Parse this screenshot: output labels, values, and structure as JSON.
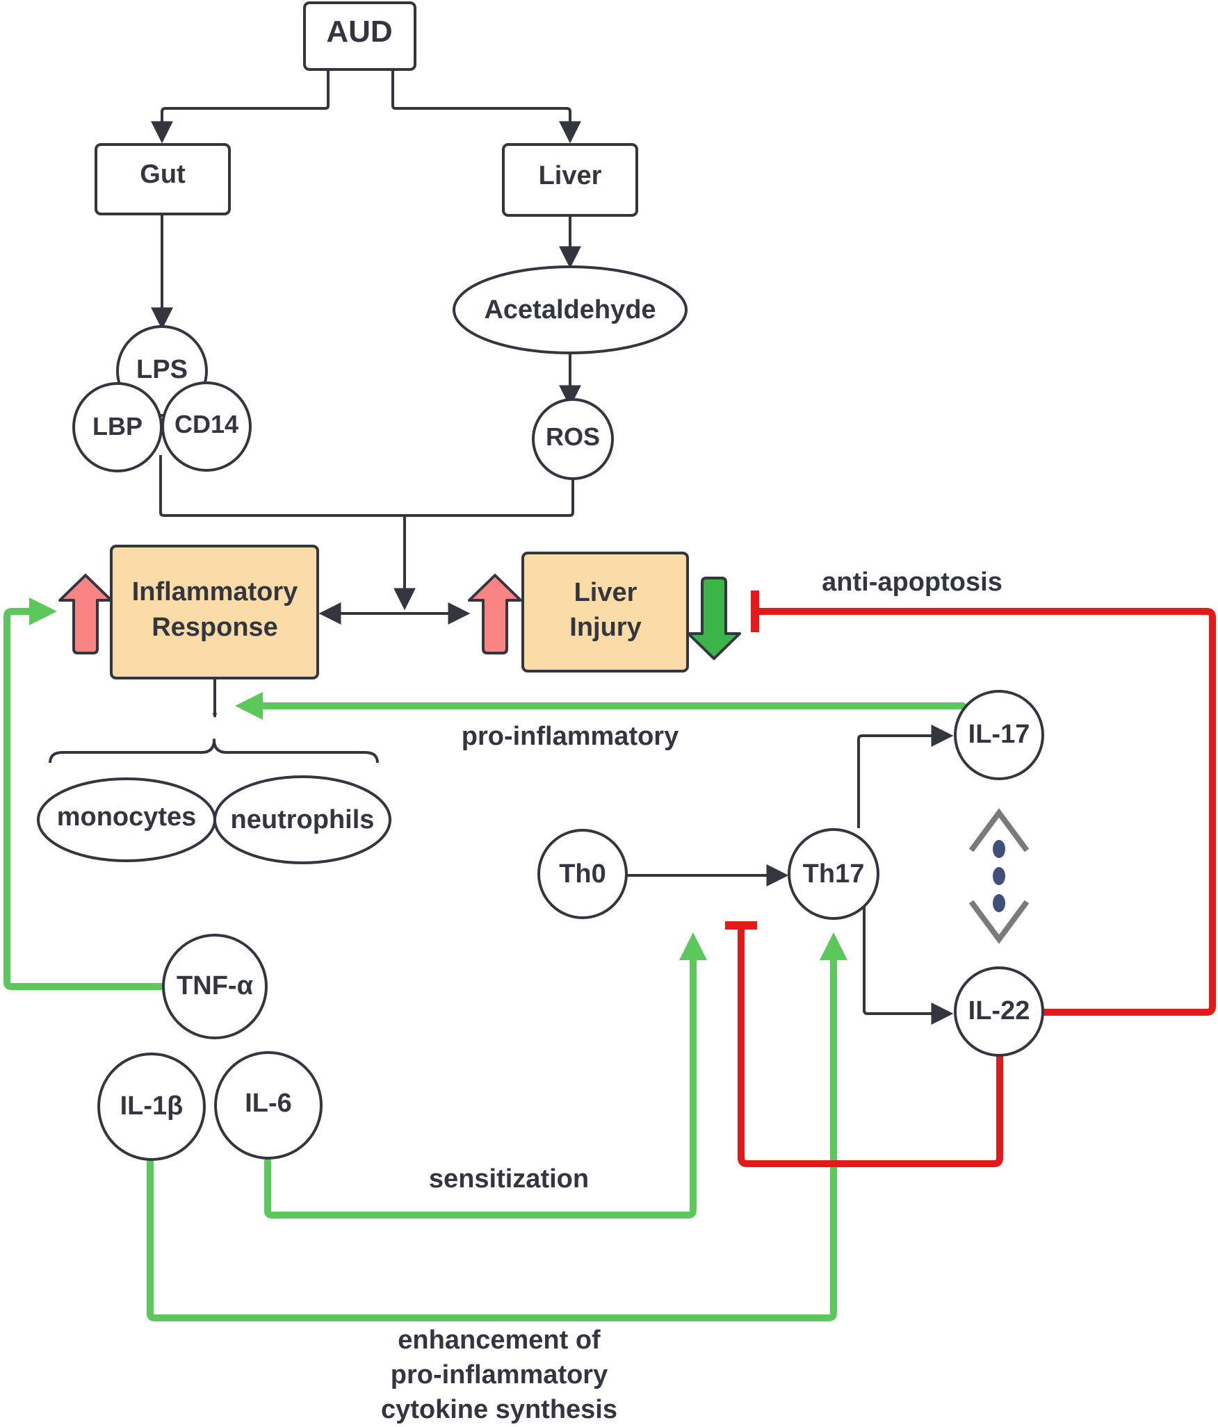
{
  "nodes": {
    "aud": "AUD",
    "gut": "Gut",
    "liver": "Liver",
    "acetaldehyde": "Acetaldehyde",
    "lps": "LPS",
    "lbp": "LBP",
    "cd14": "CD14",
    "ros": "ROS",
    "inflammatory_response": [
      "Inflammatory",
      "Response"
    ],
    "liver_injury": [
      "Liver",
      "Injury"
    ],
    "monocytes": "monocytes",
    "neutrophils": "neutrophils",
    "th0": "Th0",
    "th17": "Th17",
    "il17": "IL-17",
    "il22": "IL-22",
    "tnfa": "TNF-α",
    "il1b": "IL-1β",
    "il6": "IL-6"
  },
  "edge_labels": {
    "anti_apoptosis": "anti-apoptosis",
    "pro_inflammatory": "pro-inflammatory",
    "sensitization": "sensitization",
    "enhancement": [
      "enhancement of",
      "pro-inflammatory",
      "cytokine synthesis"
    ]
  },
  "colors": {
    "activation_green": "#5cc85c",
    "inhibition_red": "#e3191a",
    "increase_arrow": "#f88583",
    "decrease_arrow": "#3cb548",
    "highlight_box": "#fbdca6",
    "line_dark": "#33363f"
  }
}
